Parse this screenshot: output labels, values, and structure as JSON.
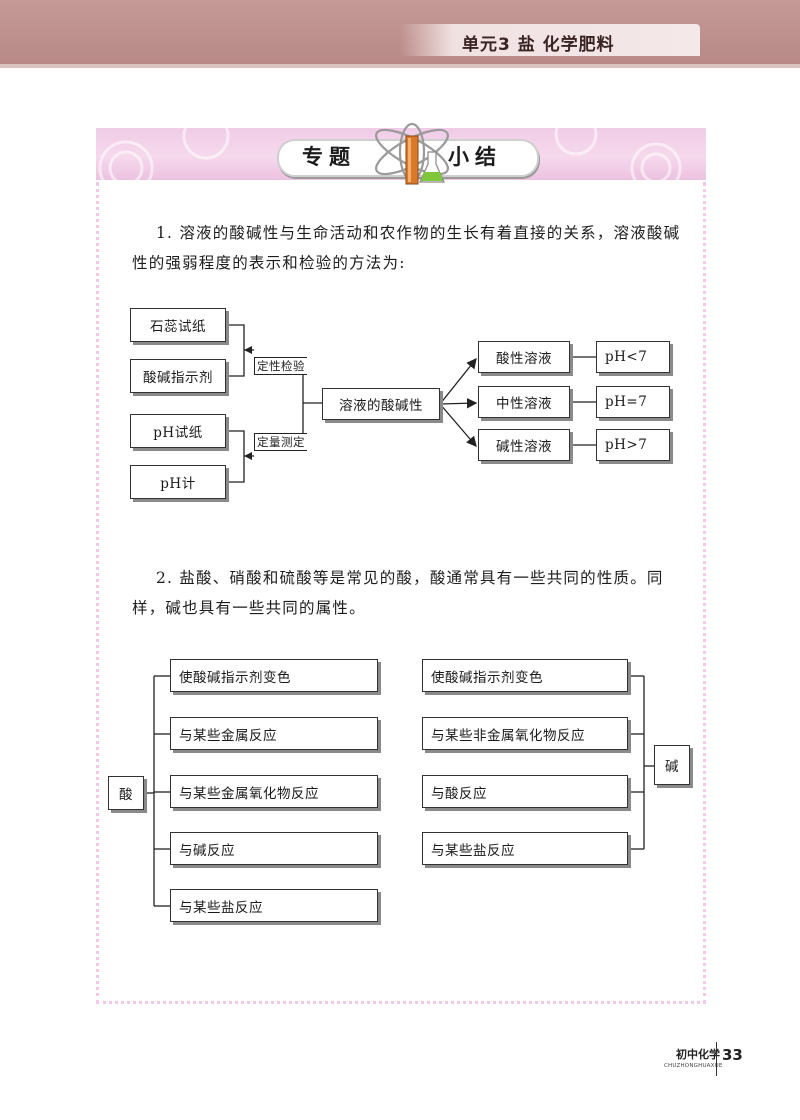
{
  "header": {
    "unit_title": "单元3 盐  化学肥料"
  },
  "banner": {
    "left": "专题",
    "right": "小结"
  },
  "section1": {
    "text": "1. 溶液的酸碱性与生命活动和农作物的生长有着直接的关系，溶液酸碱性的强弱程度的表示和检验的方法为:",
    "diagram": {
      "left_boxes": [
        "石蕊试纸",
        "酸碱指示剂",
        "pH试纸",
        "pH计"
      ],
      "group_labels": [
        "定性检验",
        "定量测定"
      ],
      "center": "溶液的酸碱性",
      "right_types": [
        "酸性溶液",
        "中性溶液",
        "碱性溶液"
      ],
      "right_ph": [
        "pH<7",
        "pH=7",
        "pH>7"
      ]
    }
  },
  "section2": {
    "text": "2. 盐酸、硝酸和硫酸等是常见的酸，酸通常具有一些共同的性质。同样，碱也具有一些共同的属性。",
    "acid": {
      "label": "酸",
      "items": [
        "使酸碱指示剂变色",
        "与某些金属反应",
        "与某些金属氧化物反应",
        "与碱反应",
        "与某些盐反应"
      ]
    },
    "base": {
      "label": "碱",
      "items": [
        "使酸碱指示剂变色",
        "与某些非金属氧化物反应",
        "与酸反应",
        "与某些盐反应"
      ]
    }
  },
  "footer": {
    "book_title": "初中化学",
    "book_pinyin": "CHUZHONGHUAXUE",
    "page_number": "33"
  },
  "colors": {
    "header": "#b88986",
    "banner": "#f0cce6",
    "frame_dots": "#f2c9e6"
  }
}
